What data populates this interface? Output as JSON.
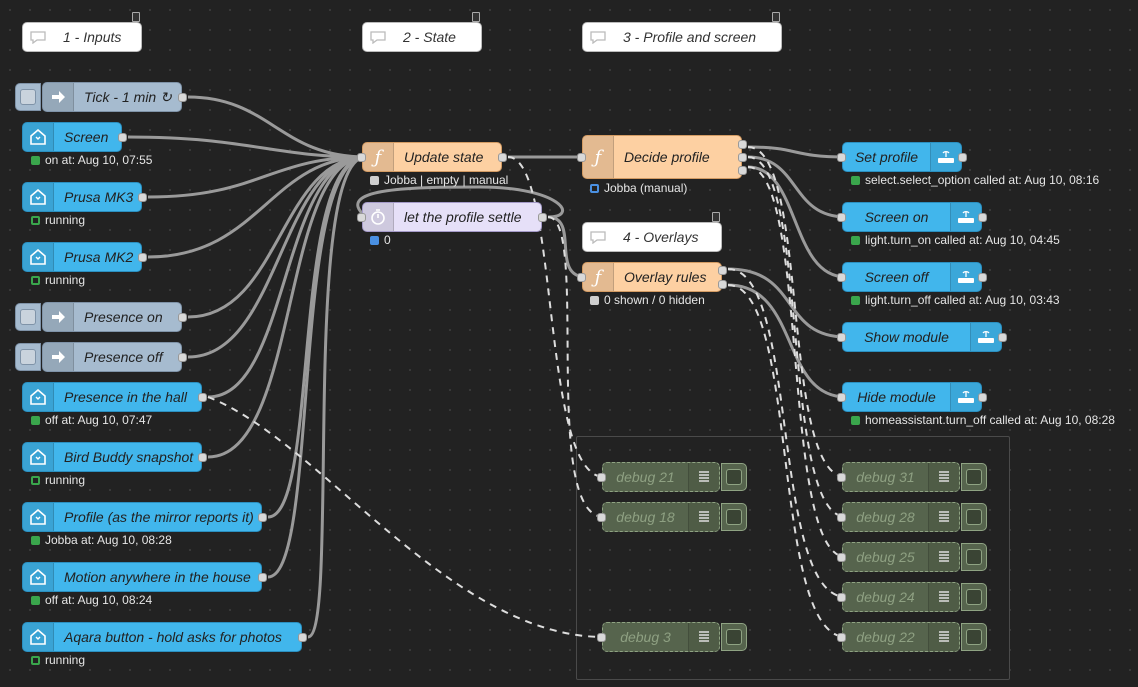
{
  "colors": {
    "canvas": "#222222",
    "ha_node": "#41b6ec",
    "function_node": "#fdd0a2",
    "inject_node": "#a6bbcf",
    "delay_node": "#e6e0f8",
    "debug_node": "#56644d",
    "status_green": "#3aa64c",
    "status_blue": "#4a90e2",
    "wire": "#9a9a9a"
  },
  "comments": {
    "inputs": "1 - Inputs",
    "state": "2 - State",
    "profile_screen": "3 - Profile and screen",
    "overlays": "4 - Overlays"
  },
  "inputs": {
    "tick": {
      "label": "Tick - 1 min ↻",
      "icon": "arrow-right-icon"
    },
    "screen": {
      "label": "Screen",
      "status": "on at: Aug 10, 07:55",
      "icon": "home-assistant-icon"
    },
    "prusa_mk3": {
      "label": "Prusa MK3",
      "status": "running"
    },
    "prusa_mk2": {
      "label": "Prusa MK2",
      "status": "running"
    },
    "presence_on": {
      "label": "Presence on"
    },
    "presence_off": {
      "label": "Presence off"
    },
    "presence_hall": {
      "label": "Presence in the hall",
      "status": "off at: Aug 10, 07:47"
    },
    "bird_buddy": {
      "label": "Bird Buddy snapshot",
      "status": "running"
    },
    "profile_mirror": {
      "label": "Profile (as the mirror reports it)",
      "status": "Jobba at: Aug 10, 08:28"
    },
    "motion": {
      "label": "Motion anywhere in the house",
      "status": "off at: Aug 10, 08:24"
    },
    "aqara": {
      "label": "Aqara button - hold asks for photos",
      "status": "running"
    }
  },
  "state": {
    "update_state": {
      "label": "Update state",
      "status": "Jobba | empty | manual",
      "icon": "function-icon"
    },
    "settle": {
      "label": "let the profile settle",
      "status": "0",
      "icon": "timer-icon"
    }
  },
  "profile": {
    "decide": {
      "label": "Decide profile",
      "status": "Jobba (manual)"
    },
    "overlay_rules": {
      "label": "Overlay rules",
      "status": "0 shown / 0 hidden"
    }
  },
  "outputs": {
    "set_profile": {
      "label": "Set profile",
      "status": "select.select_option called at: Aug 10, 08:16"
    },
    "screen_on": {
      "label": "Screen on",
      "status": "light.turn_on called at: Aug 10, 04:45"
    },
    "screen_off": {
      "label": "Screen off",
      "status": "light.turn_off called at: Aug 10, 03:43"
    },
    "show_module": {
      "label": "Show module"
    },
    "hide_module": {
      "label": "Hide module",
      "status": "homeassistant.turn_off called at: Aug 10, 08:28"
    }
  },
  "debug": {
    "d21": "debug 21",
    "d18": "debug 18",
    "d3": "debug 3",
    "d31": "debug 31",
    "d28": "debug 28",
    "d25": "debug 25",
    "d24": "debug 24",
    "d22": "debug 22"
  }
}
